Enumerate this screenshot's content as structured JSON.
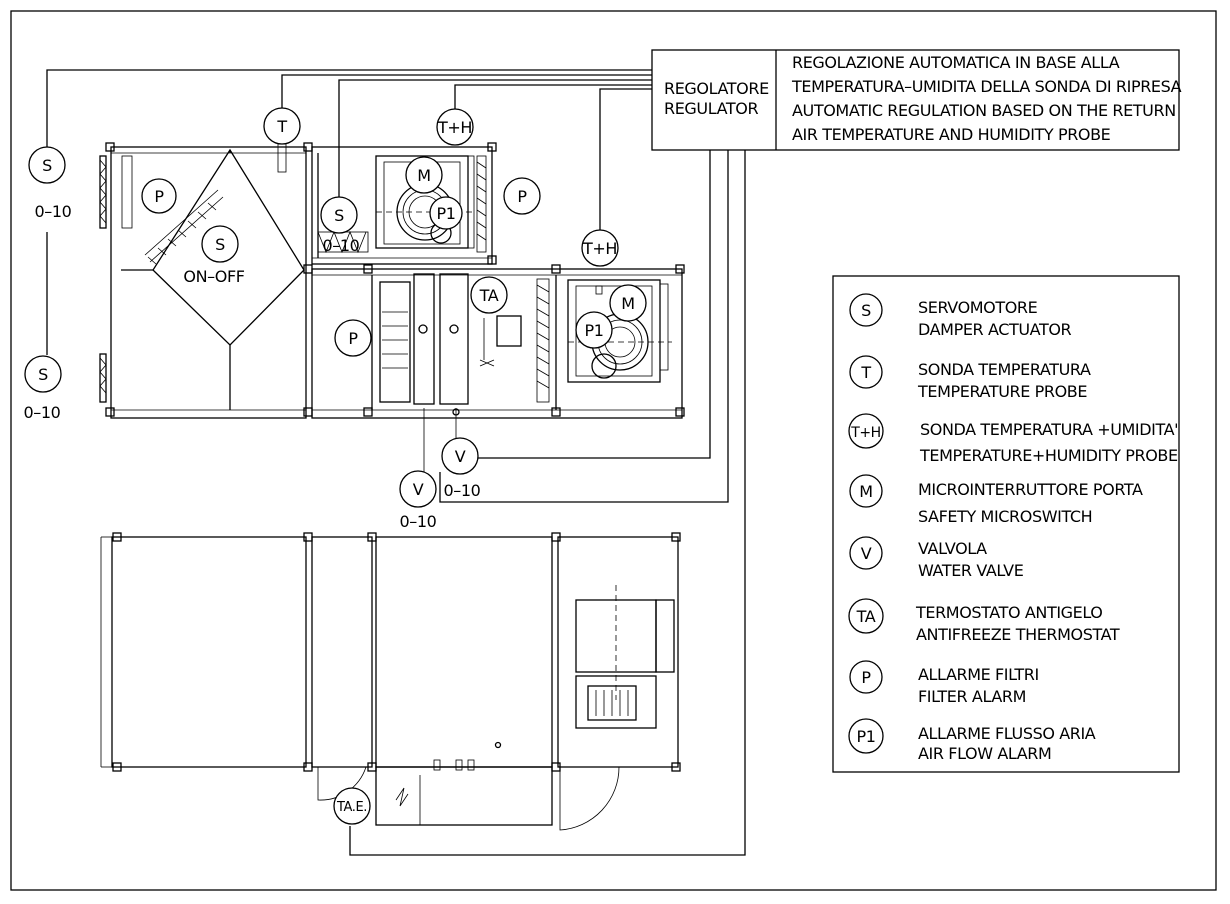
{
  "regulator": {
    "label_it": "REGOLATORE",
    "label_en": "REGULATOR",
    "desc_line1": "REGOLAZIONE AUTOMATICA IN BASE ALLA",
    "desc_line2": "TEMPERATURA–UMIDITA DELLA SONDA DI RIPRESA",
    "desc_line3": "AUTOMATIC REGULATION BASED ON THE RETURN",
    "desc_line4": "AIR TEMPERATURE AND HUMIDITY PROBE"
  },
  "symbols": {
    "S": "S",
    "T": "T",
    "TH": "T+H",
    "M": "M",
    "V": "V",
    "TA": "TA",
    "P": "P",
    "P1": "P1",
    "TAE": "TA.E."
  },
  "labels": {
    "range": "0–10",
    "on_off": "ON–OFF"
  },
  "legend": [
    {
      "symbol": "S",
      "line1": "SERVOMOTORE",
      "line2": "DAMPER ACTUATOR"
    },
    {
      "symbol": "T",
      "line1": "SONDA TEMPERATURA",
      "line2": "TEMPERATURE PROBE"
    },
    {
      "symbol": "T+H",
      "line1": "SONDA TEMPERATURA +UMIDITA'",
      "line2": "TEMPERATURE+HUMIDITY PROBE"
    },
    {
      "symbol": "M",
      "line1": "MICROINTERRUTTORE PORTA",
      "line2": "SAFETY MICROSWITCH"
    },
    {
      "symbol": "V",
      "line1": "VALVOLA",
      "line2": "WATER VALVE"
    },
    {
      "symbol": "TA",
      "line1": "TERMOSTATO ANTIGELO",
      "line2": "ANTIFREEZE THERMOSTAT"
    },
    {
      "symbol": "P",
      "line1": "ALLARME FILTRI",
      "line2": "FILTER ALARM"
    },
    {
      "symbol": "P1",
      "line1": "ALLARME FLUSSO ARIA",
      "line2": "AIR FLOW ALARM"
    }
  ]
}
